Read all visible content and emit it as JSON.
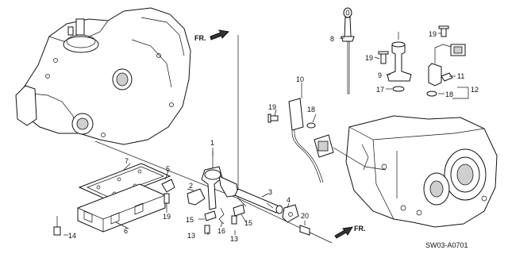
{
  "diagram_code": "SW03-A0701",
  "direction_label": "FR.",
  "callouts": [
    {
      "id": "c1",
      "text": "1"
    },
    {
      "id": "c2",
      "text": "2"
    },
    {
      "id": "c3",
      "text": "3"
    },
    {
      "id": "c4",
      "text": "4"
    },
    {
      "id": "c5",
      "text": "5"
    },
    {
      "id": "c6",
      "text": "6"
    },
    {
      "id": "c7",
      "text": "7"
    },
    {
      "id": "c8",
      "text": "8"
    },
    {
      "id": "c9",
      "text": "9"
    },
    {
      "id": "c10",
      "text": "10"
    },
    {
      "id": "c11",
      "text": "11"
    },
    {
      "id": "c12",
      "text": "12"
    },
    {
      "id": "c13a",
      "text": "13"
    },
    {
      "id": "c13b",
      "text": "13"
    },
    {
      "id": "c14",
      "text": "14"
    },
    {
      "id": "c15a",
      "text": "15"
    },
    {
      "id": "c15b",
      "text": "15"
    },
    {
      "id": "c16",
      "text": "16"
    },
    {
      "id": "c17",
      "text": "17"
    },
    {
      "id": "c18a",
      "text": "18"
    },
    {
      "id": "c18b",
      "text": "18"
    },
    {
      "id": "c19a",
      "text": "19"
    },
    {
      "id": "c19b",
      "text": "19"
    },
    {
      "id": "c19c",
      "text": "19"
    },
    {
      "id": "c19d",
      "text": "19"
    },
    {
      "id": "c20",
      "text": "20"
    }
  ]
}
